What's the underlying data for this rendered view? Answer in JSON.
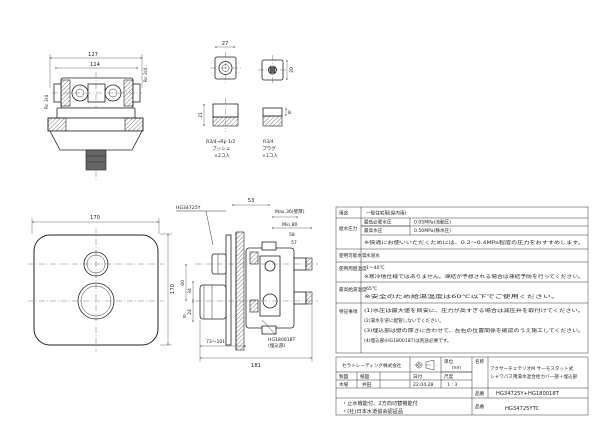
{
  "top_view": {
    "dim_width": "127",
    "dim_inner": "114",
    "label_rc_left": "Rc 3/4",
    "label_rc_right": "Rc 3/4"
  },
  "bushing": {
    "dim_top": "27",
    "dim_side": "21",
    "thread_label": "R3/4→Rp 1/2",
    "name": "ブッシュ",
    "qty": "×2コ入"
  },
  "plug": {
    "dim_side": "20",
    "dim_top": "8",
    "thread_label": "R3/4",
    "name": "プラグ",
    "qty": "×1コ入"
  },
  "front_view": {
    "dim_width": "170",
    "dim_height": "170"
  },
  "side_view": {
    "model_label": "HG34725Y",
    "dim_53": "53",
    "dim_max_wall": "Max.36(壁厚)",
    "dim_min_wall": "Min.80",
    "dim_58": "58",
    "dim_57": "57",
    "dim_40": "40",
    "dim_34": "34",
    "dim_24": "24",
    "dim_8": "8",
    "dim_range": "73〜101",
    "dim_181": "181",
    "embed_model": "HG180018T",
    "embed_note": "(埋込部)"
  },
  "spec_table": {
    "rows": [
      {
        "key": "用途",
        "sub": "",
        "value": "一般住宅用(屋内用)"
      },
      {
        "key": "給水圧力",
        "sub": "最低必要水圧",
        "value": "0.05MPa(流動圧)"
      },
      {
        "key": "",
        "sub": "最高水圧",
        "value": "0.50MPa(静水圧)"
      },
      {
        "key": "",
        "sub": "",
        "value": "※快適にお使いいただくためには、0.2〜0.4MPa程度の圧力をおすすめします。"
      },
      {
        "key": "使用可能水質",
        "sub": "",
        "value": "水道水"
      },
      {
        "key": "使用周囲温度",
        "sub": "",
        "value": "1〜40℃"
      },
      {
        "key": "",
        "sub": "",
        "value": "※寒冷地仕様ではありません。凍結が予想される場合は凍結予防を行ってください。"
      },
      {
        "key": "最高給湯温度",
        "sub": "",
        "value": "65℃"
      },
      {
        "key": "",
        "sub": "",
        "value": "※安全のため給湯温度は60℃以下でご使用ください。"
      },
      {
        "key": "特記事項",
        "sub": "",
        "value": "(1)水圧は最大値を目安に、圧力が高すぎる場合は減圧弁を取付けてください。"
      },
      {
        "key": "",
        "sub": "",
        "value": "(2)湯水を逆に配管しないでください。"
      },
      {
        "key": "",
        "sub": "",
        "value": "(3)埋込部は壁の厚さに合わせて、左右の位置関係を確認のうえ施工してください。"
      },
      {
        "key": "",
        "sub": "",
        "value": "(4)埋込部(HG180018T)は別途必要です。"
      }
    ]
  },
  "title_block": {
    "company": "セラトレーディング株式会社",
    "unit_label": "単位",
    "unit_value": "mm",
    "name_label": "名称",
    "product_name_1": "アクサーチェテリオM サーモスタット式",
    "product_name_2": "シャワバス用湯水混合栓カバー部＋埋込部",
    "drawn_label": "製図",
    "checked_label": "検図",
    "drawn_by": "木場",
    "checked_by": "井田",
    "date_label": "日付",
    "date_value": "22.04.28",
    "scale_label": "尺度",
    "scale_value": "1 : 3",
    "part_no_label": "品番",
    "part_no": "HG34725Y+HG180018T",
    "notes": [
      "・止水機能付、2方向切替機能付",
      "・(社)日本水道協会認証品"
    ],
    "model_label": "品番",
    "model": "HG34725YTC"
  }
}
